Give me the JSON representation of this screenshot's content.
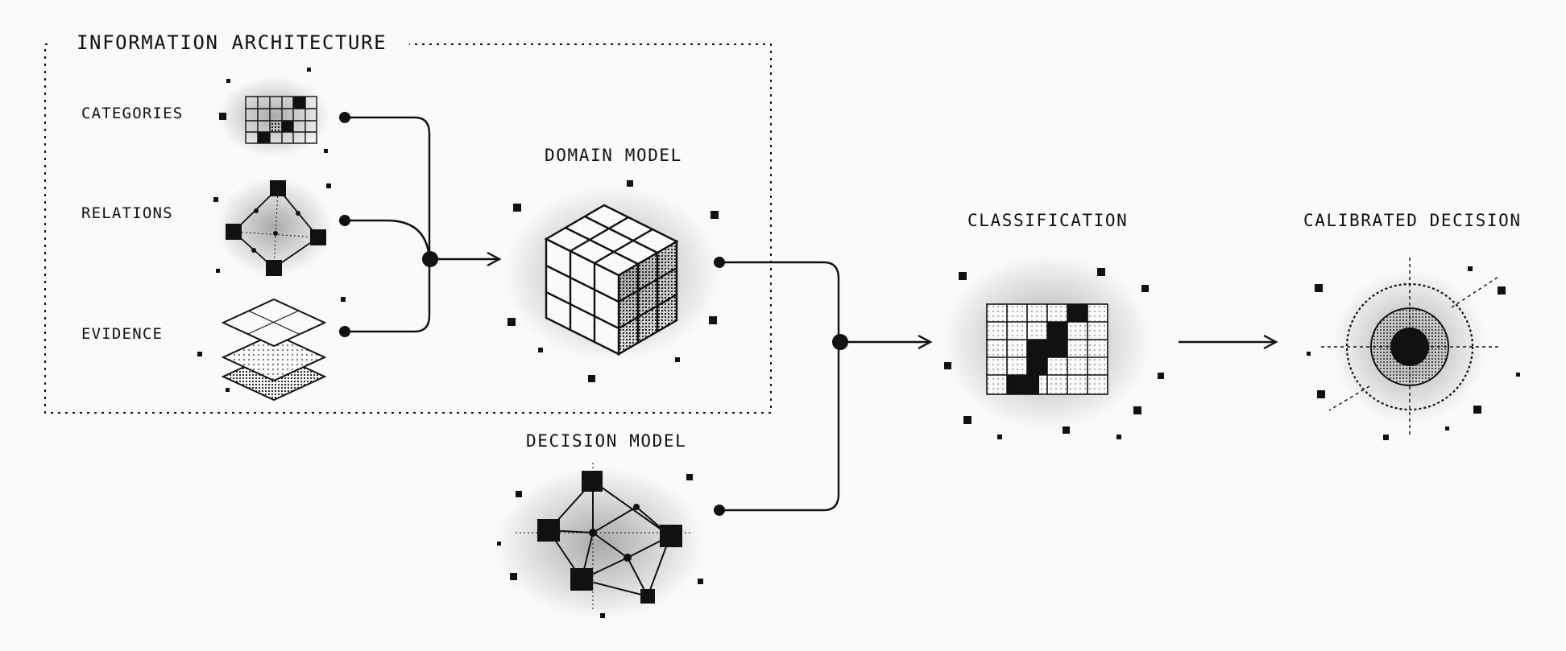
{
  "section": {
    "title": "INFORMATION ARCHITECTURE"
  },
  "inputs": [
    {
      "label": "CATEGORIES",
      "icon": "grid-icon"
    },
    {
      "label": "RELATIONS",
      "icon": "network-icon"
    },
    {
      "label": "EVIDENCE",
      "icon": "stacked-layers-icon"
    }
  ],
  "nodes": {
    "domain_model": {
      "label": "DOMAIN MODEL",
      "icon": "cube-icon"
    },
    "decision_model": {
      "label": "DECISION MODEL",
      "icon": "graph-network-icon"
    },
    "classification": {
      "label": "CLASSIFICATION",
      "icon": "classification-grid-icon"
    },
    "calibrated_decision": {
      "label": "CALIBRATED DECISION",
      "icon": "target-icon"
    }
  },
  "colors": {
    "background": "#fafafa",
    "ink": "#111111"
  }
}
